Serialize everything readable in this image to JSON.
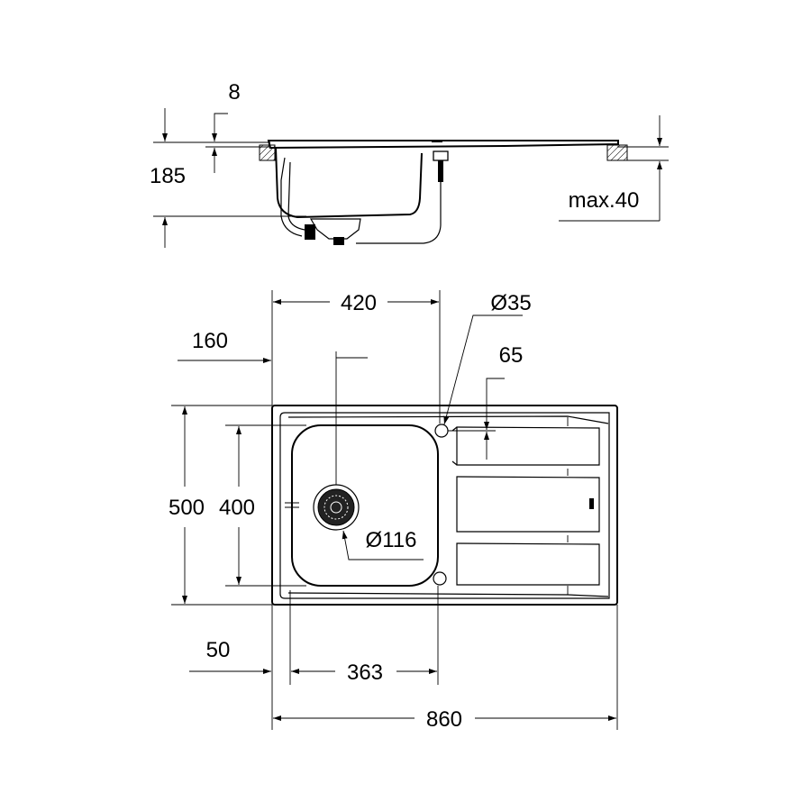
{
  "side_view": {
    "dim_depth": "185",
    "dim_rim": "8",
    "dim_worktop": "max.40"
  },
  "top_view": {
    "dim_bowl_width": "420",
    "dim_tap_hole": "Ø35",
    "dim_drain_offset": "160",
    "dim_tap_offset": "65",
    "dim_total_depth": "500",
    "dim_bowl_depth": "400",
    "dim_drain": "Ø116",
    "dim_edge": "50",
    "dim_bowl_inner": "363",
    "dim_total_width": "860"
  }
}
